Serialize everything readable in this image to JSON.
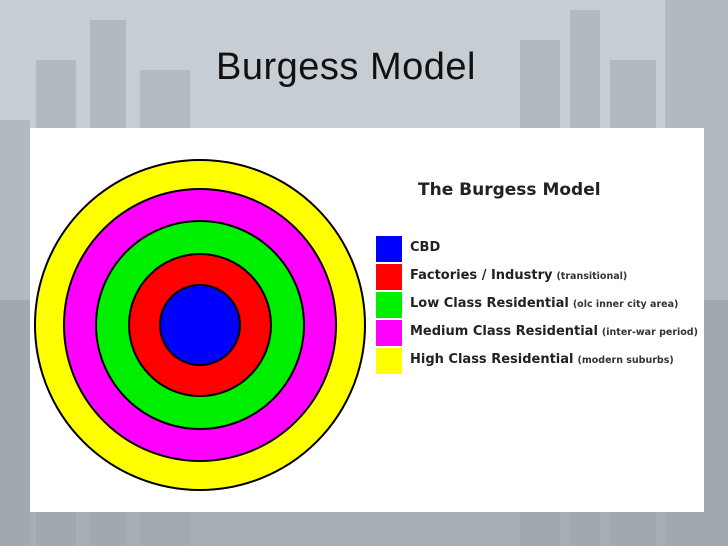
{
  "slide": {
    "title": "Burgess Model"
  },
  "diagram": {
    "title": "The Burgess Model",
    "zones": [
      {
        "label": "CBD",
        "note": "",
        "color": "#0000ff"
      },
      {
        "label": "Factories / Industry",
        "note": "(transitional)",
        "color": "#ff0000"
      },
      {
        "label": "Low Class Residential",
        "note": "(olc inner city area)",
        "color": "#00ee00"
      },
      {
        "label": "Medium Class Residential",
        "note": "(inter-war period)",
        "color": "#ff00ff"
      },
      {
        "label": "High Class Residential",
        "note": "(modern suburbs)",
        "color": "#ffff00"
      }
    ]
  }
}
